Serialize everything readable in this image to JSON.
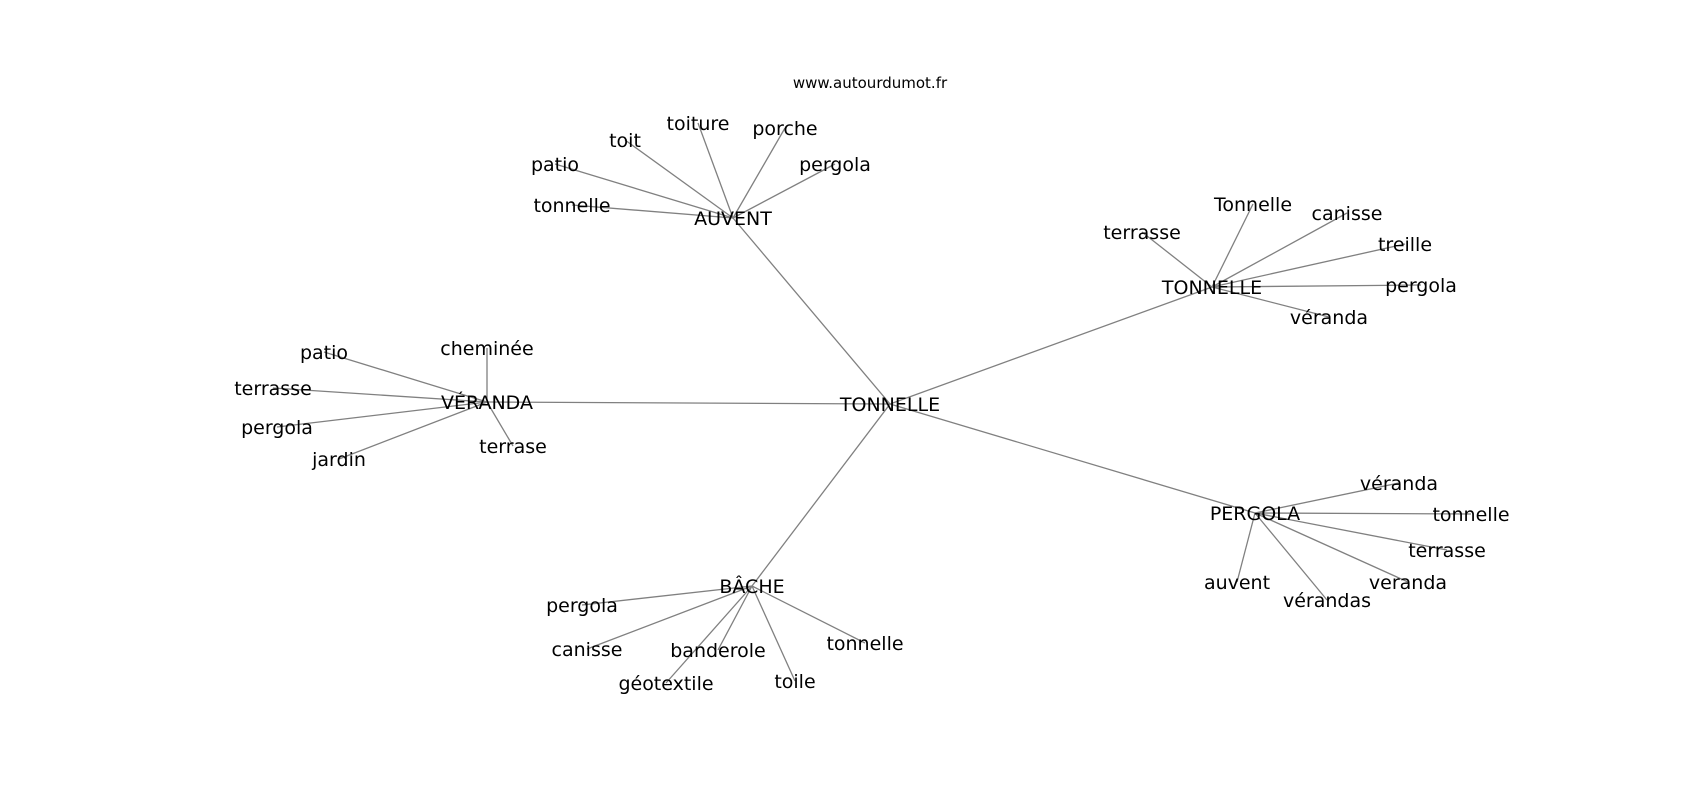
{
  "watermark": "www.autourdumot.fr",
  "center": {
    "id": "center",
    "label": "TONNELLE"
  },
  "hubs": [
    {
      "id": "auvent",
      "label": "AUVENT",
      "leaves": [
        "tonnelle",
        "patio",
        "toit",
        "toiture",
        "porche",
        "pergola"
      ]
    },
    {
      "id": "tonnelle2",
      "label": "TONNELLE",
      "leaves": [
        "terrasse",
        "Tonnelle",
        "canisse",
        "treille",
        "pergola",
        "véranda"
      ]
    },
    {
      "id": "veranda",
      "label": "VÉRANDA",
      "leaves": [
        "patio",
        "terrasse",
        "pergola",
        "jardin",
        "cheminée",
        "terrase"
      ]
    },
    {
      "id": "pergola",
      "label": "PERGOLA",
      "leaves": [
        "véranda",
        "tonnelle",
        "terrasse",
        "veranda",
        "vérandas",
        "auvent"
      ]
    },
    {
      "id": "bache",
      "label": "BÂCHE",
      "leaves": [
        "pergola",
        "canisse",
        "banderole",
        "géotextile",
        "toile",
        "tonnelle"
      ]
    }
  ]
}
